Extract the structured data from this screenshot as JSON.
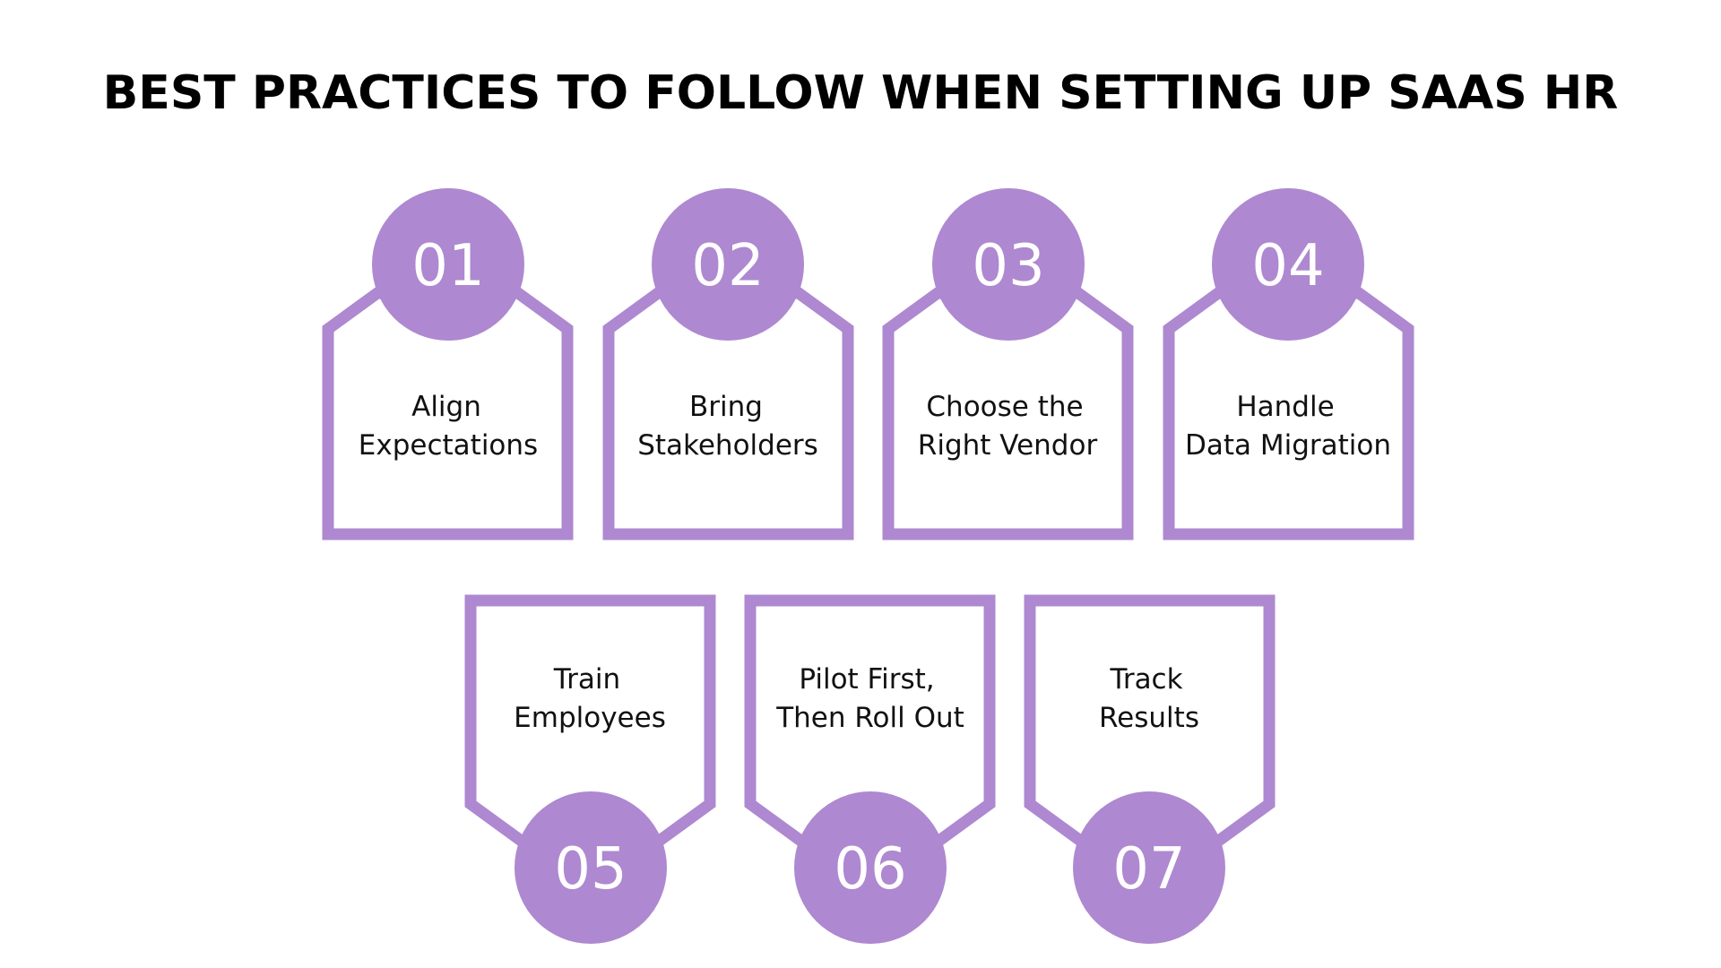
{
  "title": "BEST PRACTICES TO FOLLOW WHEN SETTING UP SAAS HR",
  "colors": {
    "accent": "#ae88d0",
    "badge_text": "#ffffff",
    "text": "#111111",
    "background": "#ffffff"
  },
  "steps": [
    {
      "number": "01",
      "line1": "Align",
      "line2": "Expectations"
    },
    {
      "number": "02",
      "line1": "Bring",
      "line2": "Stakeholders"
    },
    {
      "number": "03",
      "line1": "Choose the",
      "line2": "Right Vendor"
    },
    {
      "number": "04",
      "line1": "Handle",
      "line2": "Data Migration"
    },
    {
      "number": "05",
      "line1": "Train",
      "line2": "Employees"
    },
    {
      "number": "06",
      "line1": "Pilot First,",
      "line2": "Then Roll Out"
    },
    {
      "number": "07",
      "line1": "Track",
      "line2": "Results"
    }
  ]
}
